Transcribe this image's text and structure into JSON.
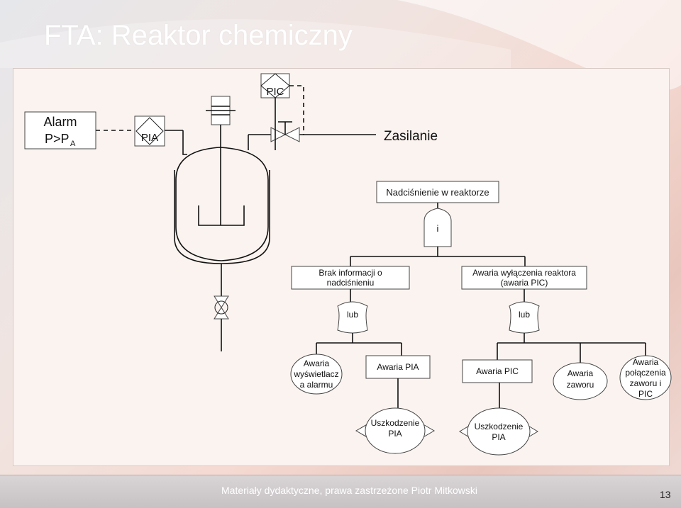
{
  "slide": {
    "title": "FTA: Reaktor chemiczny",
    "footer": "Materiały dydaktyczne, prawa zastrzeżone Piotr Mitkowski",
    "page_number": "13"
  },
  "process": {
    "alarm_line1": "Alarm",
    "alarm_line2": "P>P",
    "alarm_sub": "A",
    "pia_label": "PIA",
    "pic_label": "PIC",
    "supply_label": "Zasilanie"
  },
  "tree": {
    "top_event": "Nadciśnienie w reaktorze",
    "gate_and": "i",
    "event_left_line1": "Brak informacji o",
    "event_left_line2": "nadciśnieniu",
    "event_right_line1": "Awaria wyłączenia reaktora",
    "event_right_line2": "(awaria PIC)",
    "gate_or_left": "lub",
    "gate_or_right": "lub",
    "basic_display_line1": "Awaria",
    "basic_display_line2": "wyświetlacz",
    "basic_display_line3": "a alarmu",
    "basic_pia": "Awaria PIA",
    "basic_pic": "Awaria PIC",
    "basic_valve_line1": "Awaria",
    "basic_valve_line2": "zaworu",
    "basic_conn_line1": "Awaria",
    "basic_conn_line2": "połączenia",
    "basic_conn_line3": "zaworu i",
    "basic_conn_line4": "PIC",
    "damage_pia_line1": "Uszkodzenie",
    "damage_pia_line2": "PIA",
    "damage_pic_line1": "Uszkodzenie",
    "damage_pic_line2": "PIA"
  }
}
